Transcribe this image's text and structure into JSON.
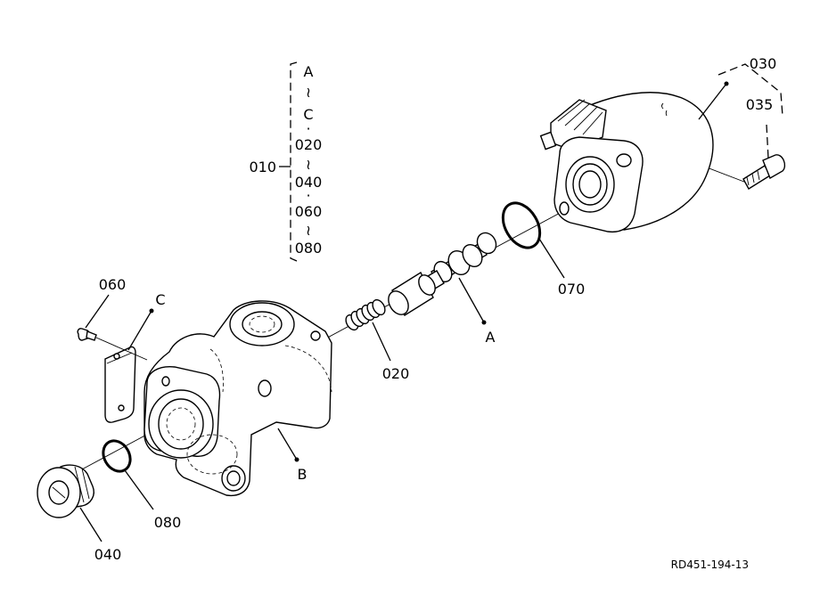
{
  "ref_code": "RD451-194-13",
  "callouts": {
    "c010": "010",
    "c020": "020",
    "c030": "030",
    "c035": "035",
    "c040": "040",
    "c060": "060",
    "c070": "070",
    "c080": "080",
    "cA": "A",
    "cB": "B",
    "cC": "C"
  },
  "legend_010": {
    "l1": "A",
    "l2": "≀",
    "l3": "C",
    "l4": "·",
    "l5": "020",
    "l6": "≀",
    "l7": "040",
    "l8": "·",
    "l9": "060",
    "l10": "≀",
    "l11": "080"
  }
}
